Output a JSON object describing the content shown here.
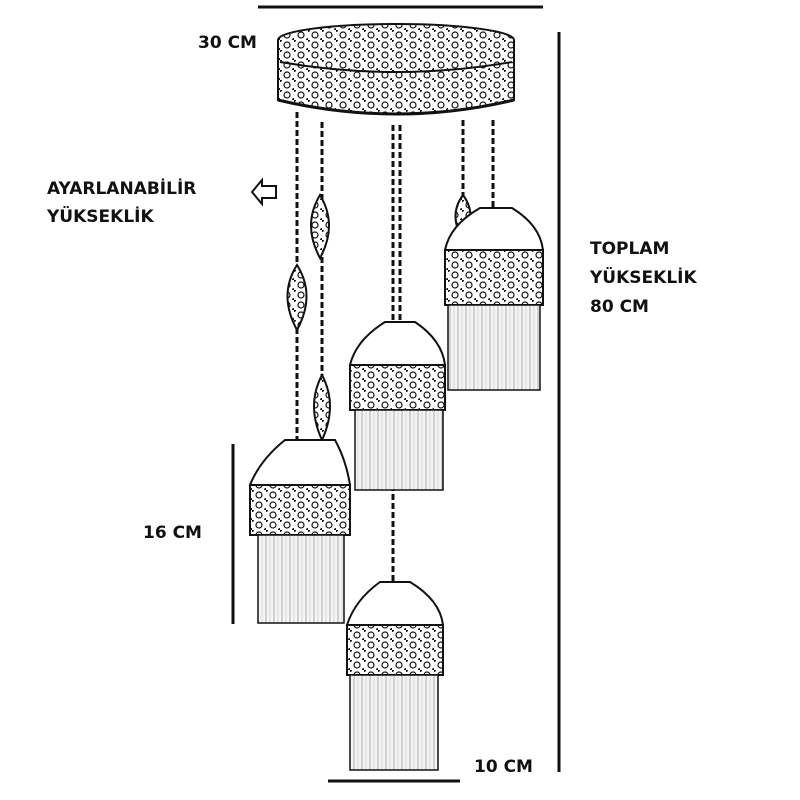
{
  "labels": {
    "top_width": "30 CM",
    "adjustable_line1": "AYARLANABİLİR",
    "adjustable_line2": "YÜKSEKLİK",
    "total_line1": "TOPLAM",
    "total_line2": "YÜKSEKLİK",
    "total_line3": "80 CM",
    "shade_height": "16 CM",
    "bottom_width": "10 CM"
  },
  "colors": {
    "ink": "#111111",
    "shade_fill": "#f4f4f4"
  }
}
